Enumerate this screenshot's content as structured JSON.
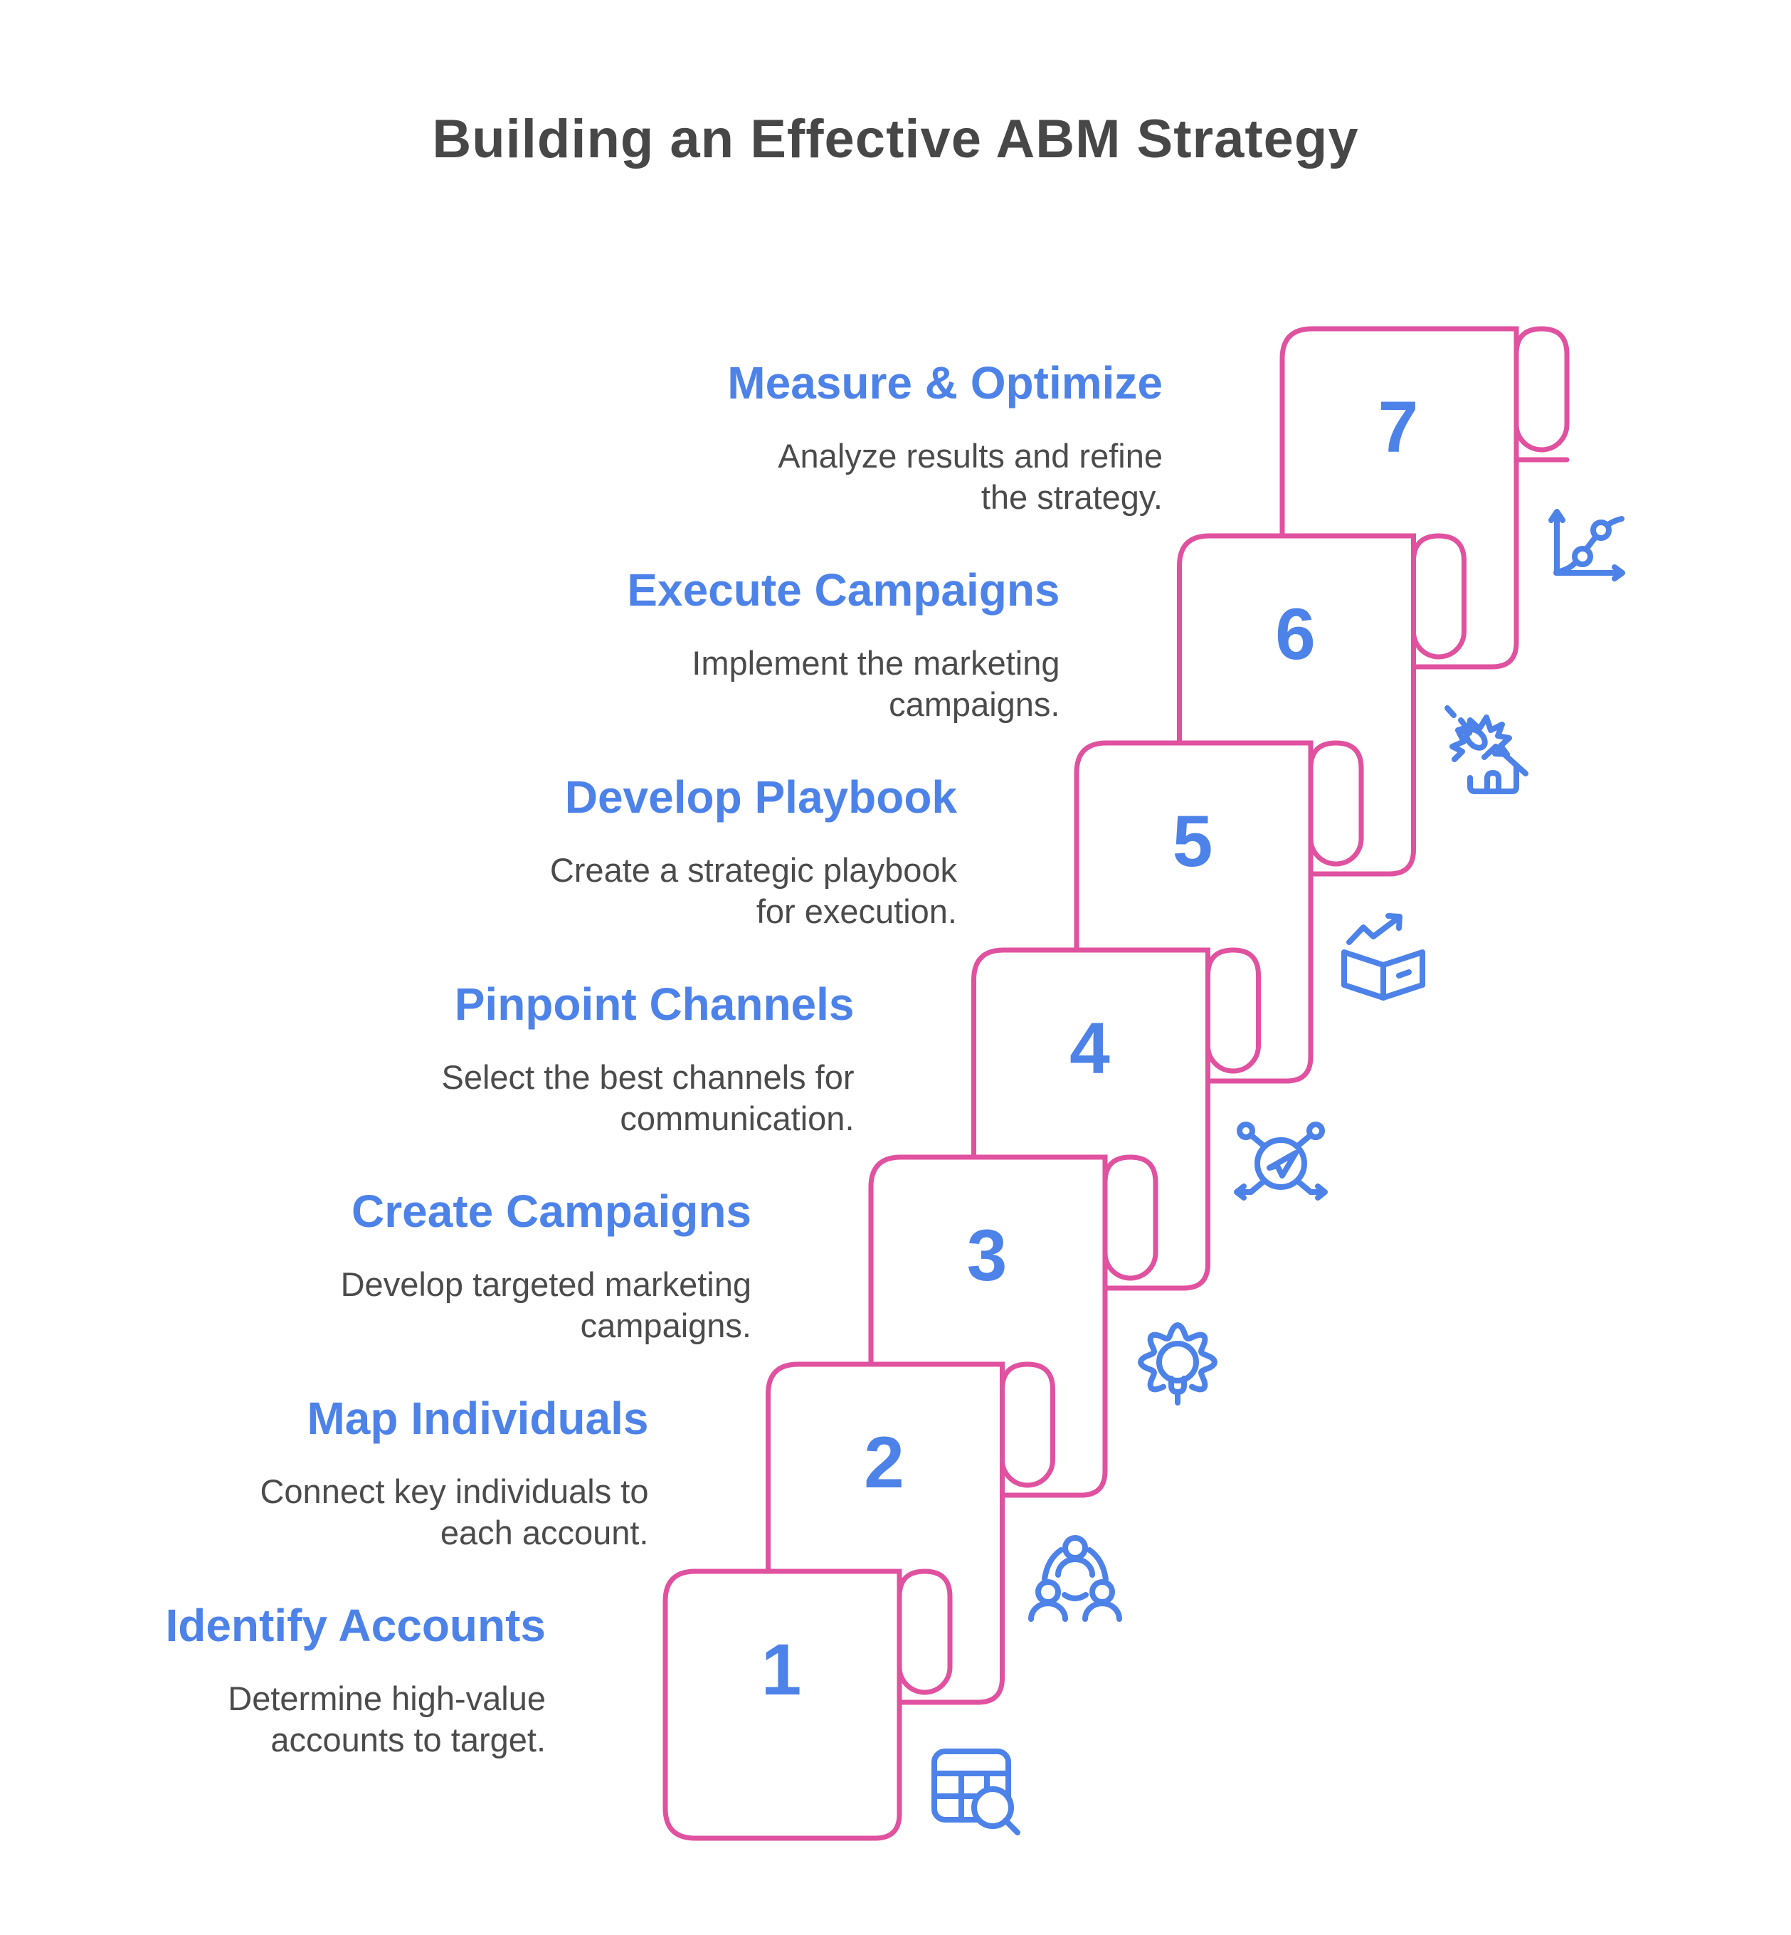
{
  "page": {
    "title": "Building an Effective ABM Strategy"
  },
  "colors": {
    "accent_pink": "#e0519f",
    "accent_blue": "#4d82e8",
    "text_gray": "#4b4b4b",
    "title_gray": "#474747",
    "background": "#ffffff"
  },
  "steps": [
    {
      "number": "1",
      "title": "Identify Accounts",
      "desc1": "Determine high-value",
      "desc2": "accounts to target.",
      "icon": "table-search-icon"
    },
    {
      "number": "2",
      "title": "Map Individuals",
      "desc1": "Connect key individuals to",
      "desc2": "each account.",
      "icon": "team-network-icon"
    },
    {
      "number": "3",
      "title": "Create Campaigns",
      "desc1": "Develop targeted marketing",
      "desc2": "campaigns.",
      "icon": "gear-lightbulb-icon"
    },
    {
      "number": "4",
      "title": "Pinpoint Channels",
      "desc1": "Select the best channels for",
      "desc2": "communication.",
      "icon": "send-channels-icon"
    },
    {
      "number": "5",
      "title": "Develop Playbook",
      "desc1": "Create a strategic playbook",
      "desc2": "for execution.",
      "icon": "playbook-growth-icon"
    },
    {
      "number": "6",
      "title": "Execute Campaigns",
      "desc1": "Implement the marketing",
      "desc2": "campaigns.",
      "icon": "campaign-impact-icon"
    },
    {
      "number": "7",
      "title": "Measure & Optimize",
      "desc1": "Analyze results and refine",
      "desc2": "the strategy.",
      "icon": "line-chart-icon"
    }
  ]
}
